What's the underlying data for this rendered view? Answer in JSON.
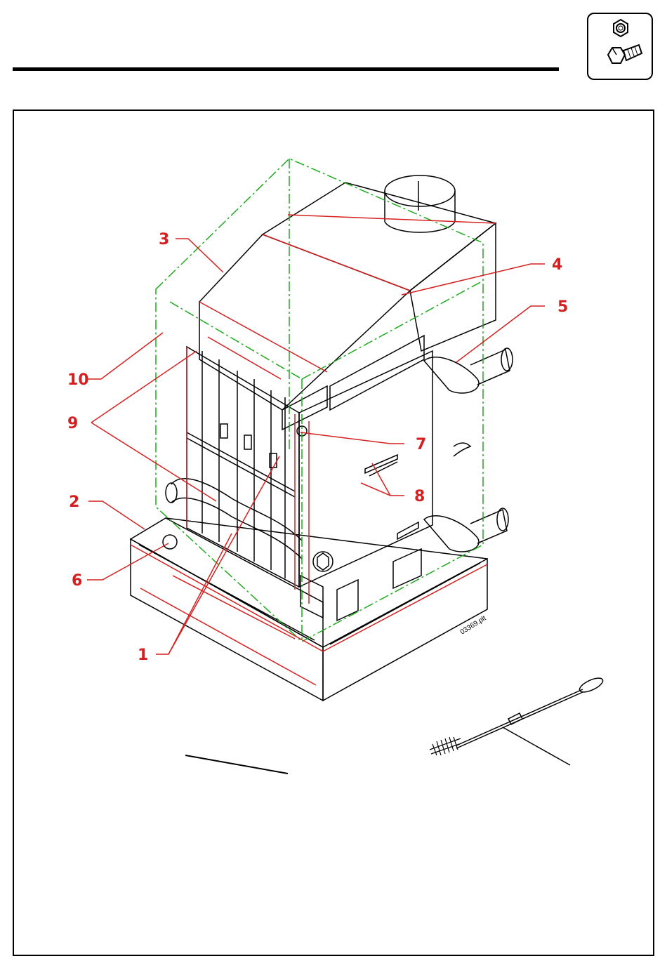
{
  "colors": {
    "callout": "#d42020",
    "phantom": "#1faa1f",
    "line": "#000000"
  },
  "header": {
    "hardware_icon": "nut-and-bolt-icon"
  },
  "drawing": {
    "file_label": "03369.plt",
    "callouts": [
      {
        "id": "c1",
        "label": "1"
      },
      {
        "id": "c2",
        "label": "2"
      },
      {
        "id": "c3",
        "label": "3"
      },
      {
        "id": "c4",
        "label": "4"
      },
      {
        "id": "c5",
        "label": "5"
      },
      {
        "id": "c6",
        "label": "6"
      },
      {
        "id": "c7",
        "label": "7"
      },
      {
        "id": "c8",
        "label": "8"
      },
      {
        "id": "c9",
        "label": "9"
      },
      {
        "id": "c10",
        "label": "10"
      }
    ],
    "accessory_icon": "cleaning-brush-icon"
  }
}
